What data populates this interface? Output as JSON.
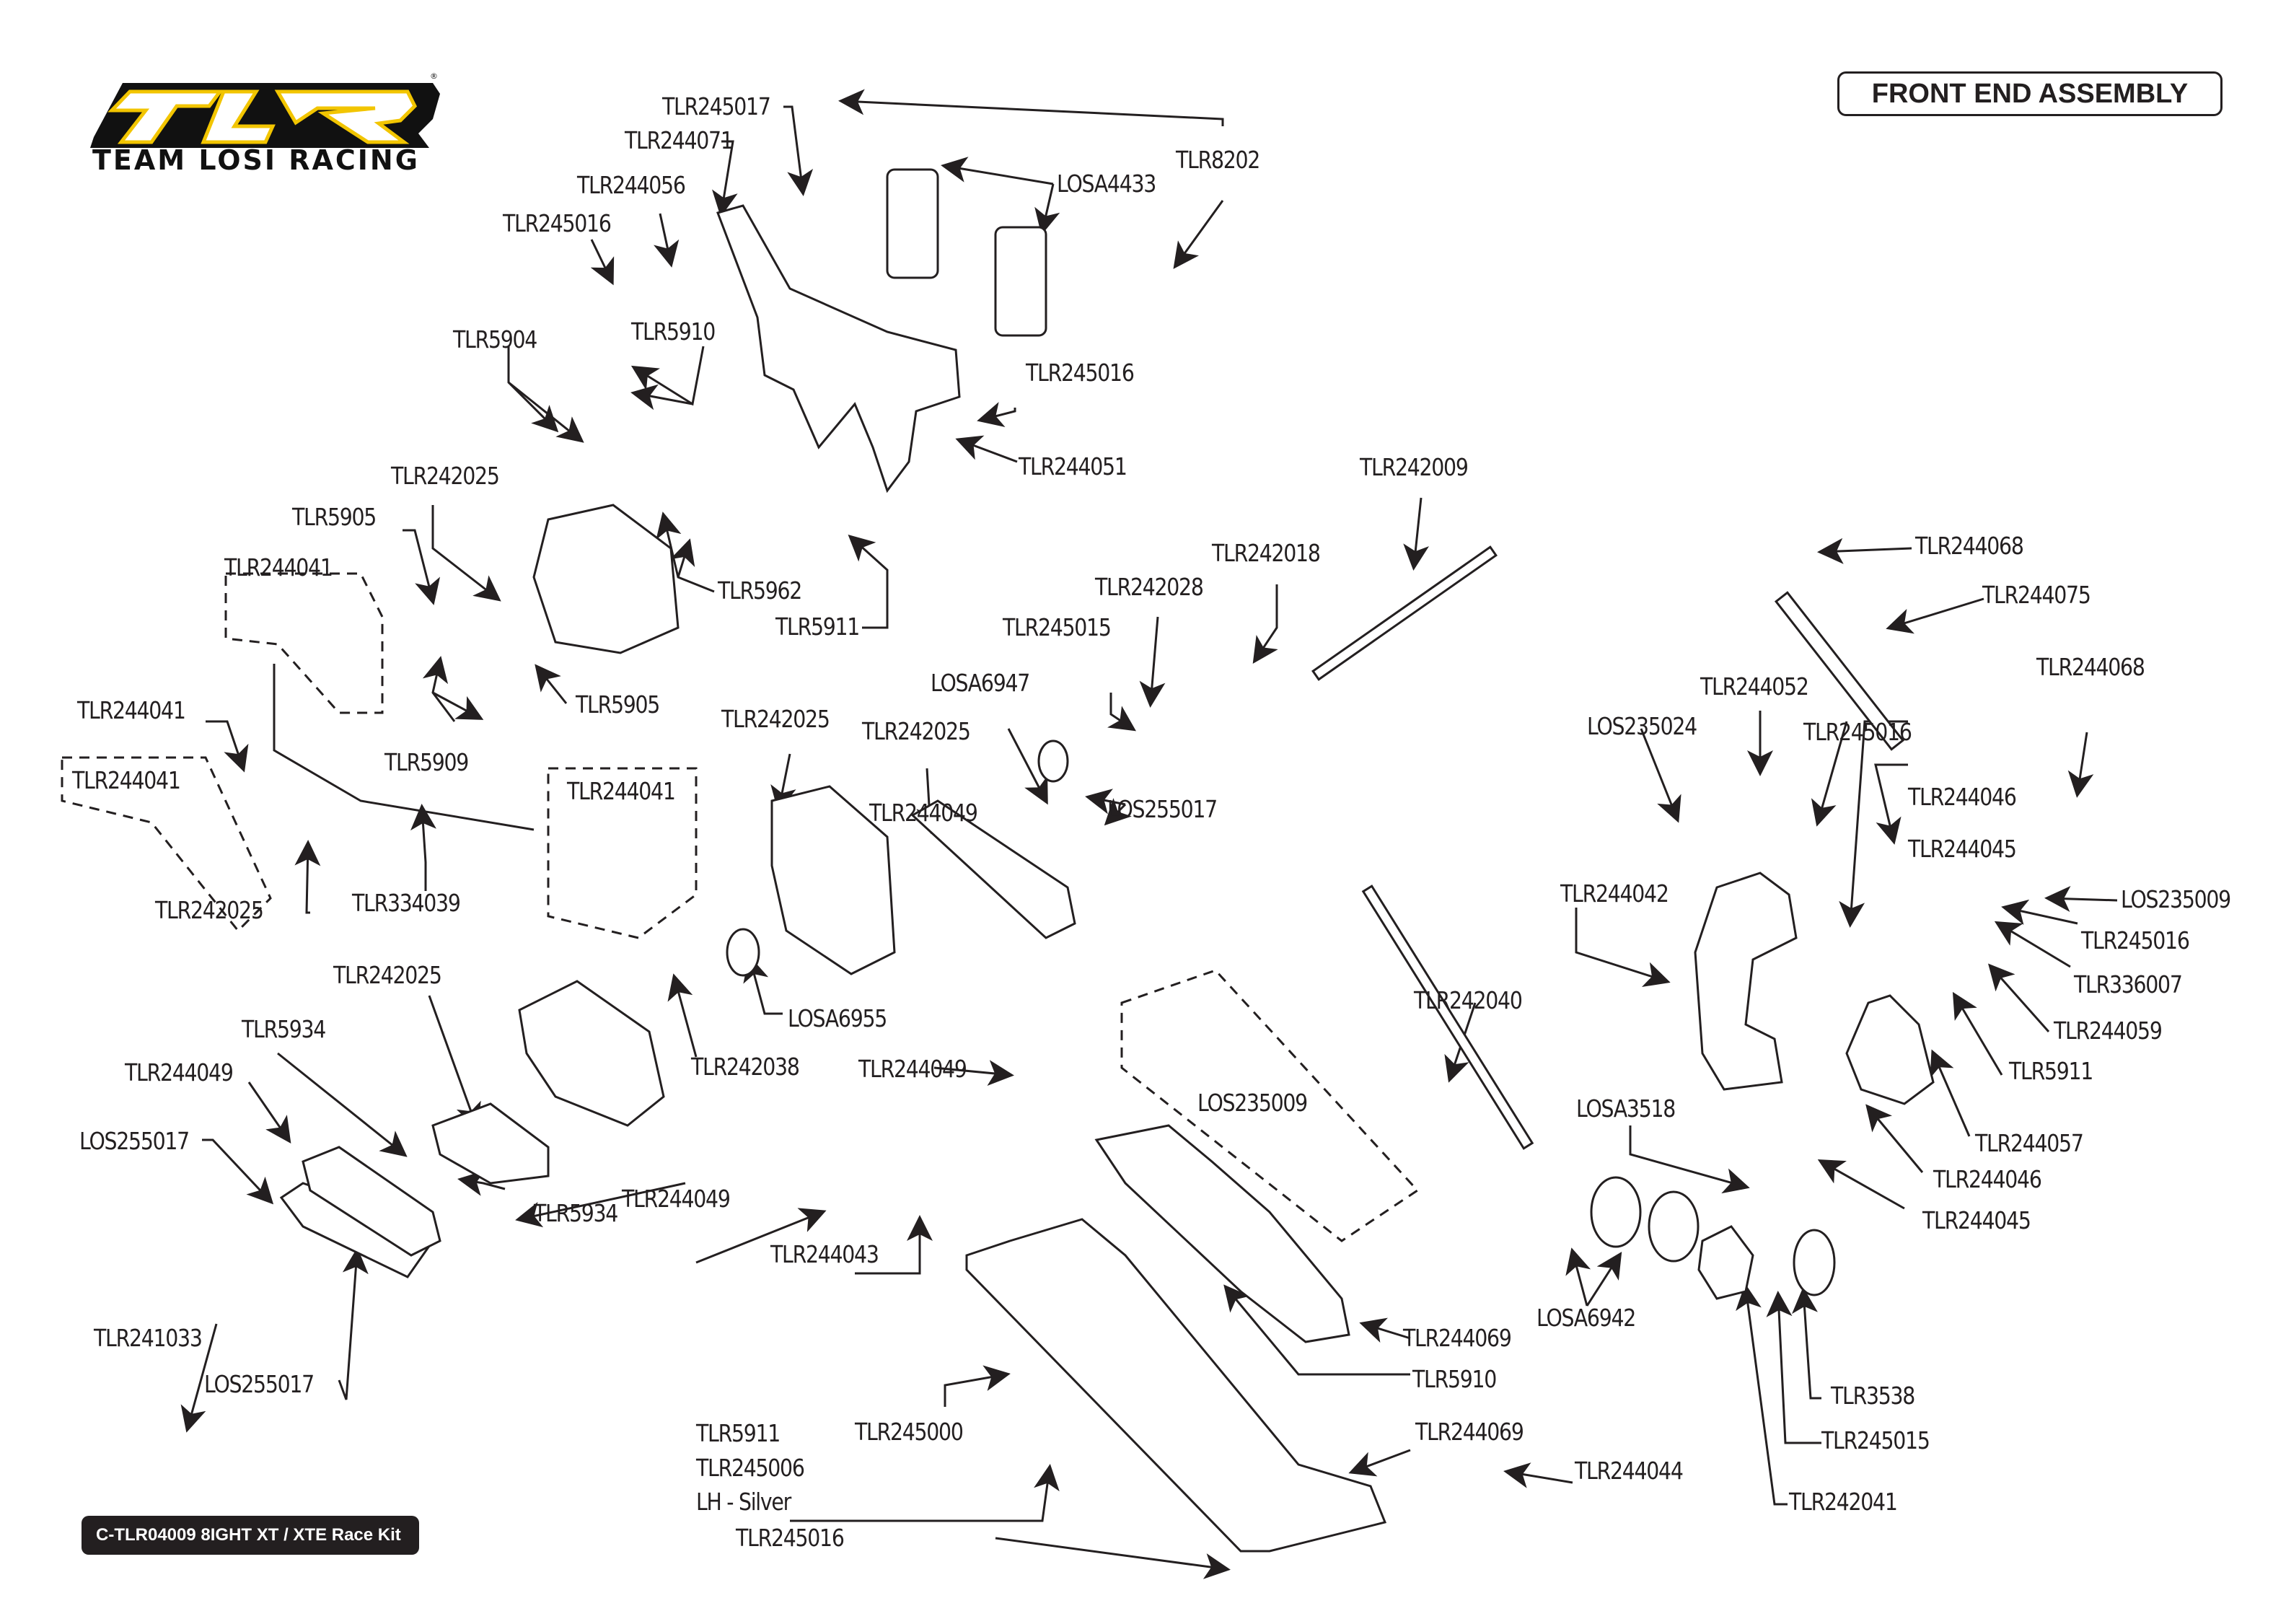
{
  "header": {
    "brand": "TLR",
    "brand_subtitle": "TEAM LOSI RACING",
    "brand_colors": {
      "yellow": "#f2c500",
      "black": "#111111",
      "white": "#ffffff"
    },
    "section_title": "FRONT END ASSEMBLY"
  },
  "footer": {
    "kit_label": "C-TLR04009 8IGHT XT / XTE Race Kit"
  },
  "part_labels": [
    {
      "id": "p1",
      "text": "TLR245017"
    },
    {
      "id": "p2",
      "text": "TLR244071"
    },
    {
      "id": "p3",
      "text": "TLR244056"
    },
    {
      "id": "p4",
      "text": "TLR245016"
    },
    {
      "id": "p5",
      "text": "LOSA4433"
    },
    {
      "id": "p6",
      "text": "TLR8202"
    },
    {
      "id": "p7",
      "text": "TLR5904"
    },
    {
      "id": "p8",
      "text": "TLR5910"
    },
    {
      "id": "p9",
      "text": "TLR245016"
    },
    {
      "id": "p10",
      "text": "TLR244051"
    },
    {
      "id": "p11",
      "text": "TLR242025"
    },
    {
      "id": "p12",
      "text": "TLR5905"
    },
    {
      "id": "p13",
      "text": "TLR244041"
    },
    {
      "id": "p14",
      "text": "TLR5962"
    },
    {
      "id": "p15",
      "text": "TLR5911"
    },
    {
      "id": "p16",
      "text": "TLR242009"
    },
    {
      "id": "p17",
      "text": "TLR242018"
    },
    {
      "id": "p18",
      "text": "TLR242028"
    },
    {
      "id": "p19",
      "text": "TLR245015"
    },
    {
      "id": "p20",
      "text": "LOSA6947"
    },
    {
      "id": "p21",
      "text": "TLR5905"
    },
    {
      "id": "p22",
      "text": "TLR242025"
    },
    {
      "id": "p23",
      "text": "TLR244041"
    },
    {
      "id": "p24",
      "text": "TLR5909"
    },
    {
      "id": "p25",
      "text": "TLR242025"
    },
    {
      "id": "p26",
      "text": "TLR244049"
    },
    {
      "id": "p27",
      "text": "LOS255017"
    },
    {
      "id": "p28",
      "text": "TLR244041"
    },
    {
      "id": "p29",
      "text": "TLR242025"
    },
    {
      "id": "p30",
      "text": "TLR334039"
    },
    {
      "id": "p31",
      "text": "TLR244068"
    },
    {
      "id": "p32",
      "text": "TLR244075"
    },
    {
      "id": "p33",
      "text": "TLR244068"
    },
    {
      "id": "p34",
      "text": "TLR244052"
    },
    {
      "id": "p35",
      "text": "LOS235024"
    },
    {
      "id": "p36",
      "text": "TLR245016"
    },
    {
      "id": "p37",
      "text": "TLR244046"
    },
    {
      "id": "p38",
      "text": "TLR244045"
    },
    {
      "id": "p39",
      "text": "LOS235009"
    },
    {
      "id": "p40",
      "text": "TLR245016"
    },
    {
      "id": "p41",
      "text": "TLR336007"
    },
    {
      "id": "p42",
      "text": "TLR244042"
    },
    {
      "id": "p43",
      "text": "TLR244059"
    },
    {
      "id": "p44",
      "text": "TLR5911"
    },
    {
      "id": "p45",
      "text": "TLR244057"
    },
    {
      "id": "p46",
      "text": "TLR244046"
    },
    {
      "id": "p47",
      "text": "TLR244045"
    },
    {
      "id": "p48",
      "text": "LOSA3518"
    },
    {
      "id": "p49",
      "text": "TLR242040"
    },
    {
      "id": "p50",
      "text": "LOSA6955"
    },
    {
      "id": "p51",
      "text": "TLR242025"
    },
    {
      "id": "p52",
      "text": "TLR5934"
    },
    {
      "id": "p53",
      "text": "TLR244049"
    },
    {
      "id": "p54",
      "text": "LOS255017"
    },
    {
      "id": "p55",
      "text": "TLR242038"
    },
    {
      "id": "p56",
      "text": "TLR244049"
    },
    {
      "id": "p57",
      "text": "LOS235009"
    },
    {
      "id": "p58",
      "text": "TLR5934"
    },
    {
      "id": "p59",
      "text": "TLR244049"
    },
    {
      "id": "p60",
      "text": "TLR244043"
    },
    {
      "id": "p61",
      "text": "TLR241033"
    },
    {
      "id": "p62",
      "text": "LOS255017"
    },
    {
      "id": "p63",
      "text": "TLR244069"
    },
    {
      "id": "p64",
      "text": "LOSA6942"
    },
    {
      "id": "p65",
      "text": "TLR5910"
    },
    {
      "id": "p66",
      "text": "TLR3538"
    },
    {
      "id": "p67",
      "text": "TLR245000"
    },
    {
      "id": "p68",
      "text": "TLR244069"
    },
    {
      "id": "p69",
      "text": "TLR244044"
    },
    {
      "id": "p70",
      "text": "TLR245015"
    },
    {
      "id": "p71",
      "text": "TLR242041"
    },
    {
      "id": "p72",
      "text": "TLR5911"
    },
    {
      "id": "p73",
      "text": "TLR245006"
    },
    {
      "id": "p74",
      "text": "LH - Silver"
    },
    {
      "id": "p75",
      "text": "TLR245016"
    }
  ]
}
